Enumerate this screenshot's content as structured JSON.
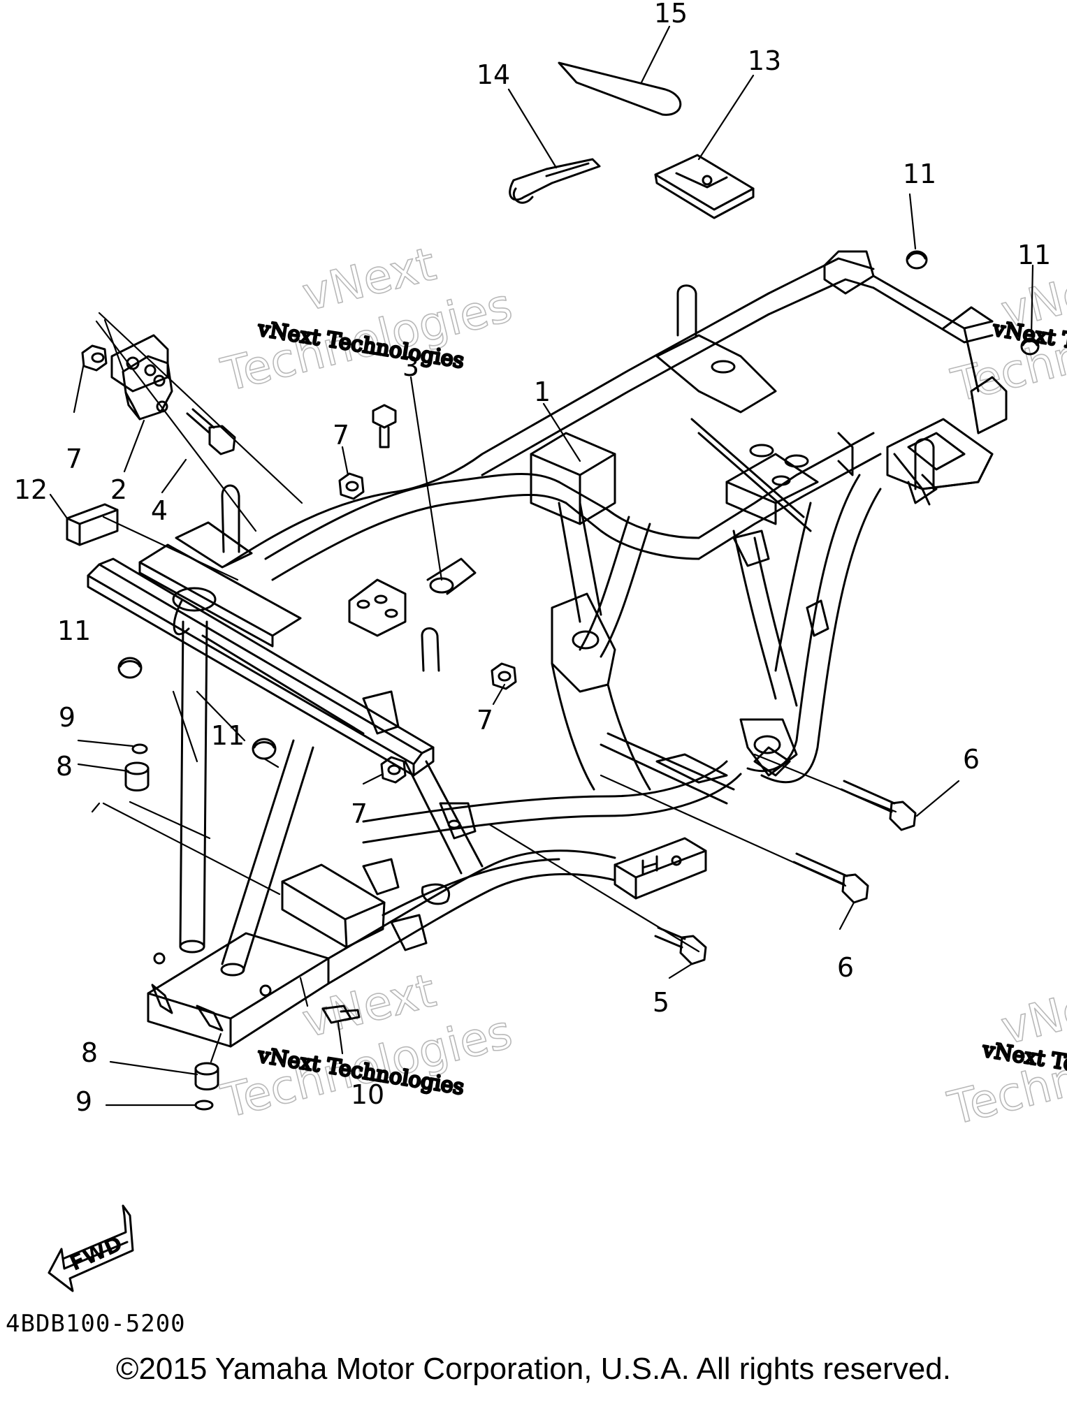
{
  "diagram": {
    "callouts": [
      "15",
      "14",
      "13",
      "11",
      "11",
      "3",
      "1",
      "7",
      "2",
      "4",
      "12",
      "7",
      "11",
      "9",
      "11",
      "8",
      "7",
      "7",
      "6",
      "6",
      "5",
      "8",
      "9",
      "10"
    ],
    "watermarks": [
      "vNext Technologies",
      "vNext",
      "Technologies"
    ],
    "fwd_label": "FWD",
    "part_code": "4BDB100-5200"
  },
  "footer": {
    "copyright": "©2015 Yamaha Motor Corporation, U.S.A. All rights reserved."
  }
}
